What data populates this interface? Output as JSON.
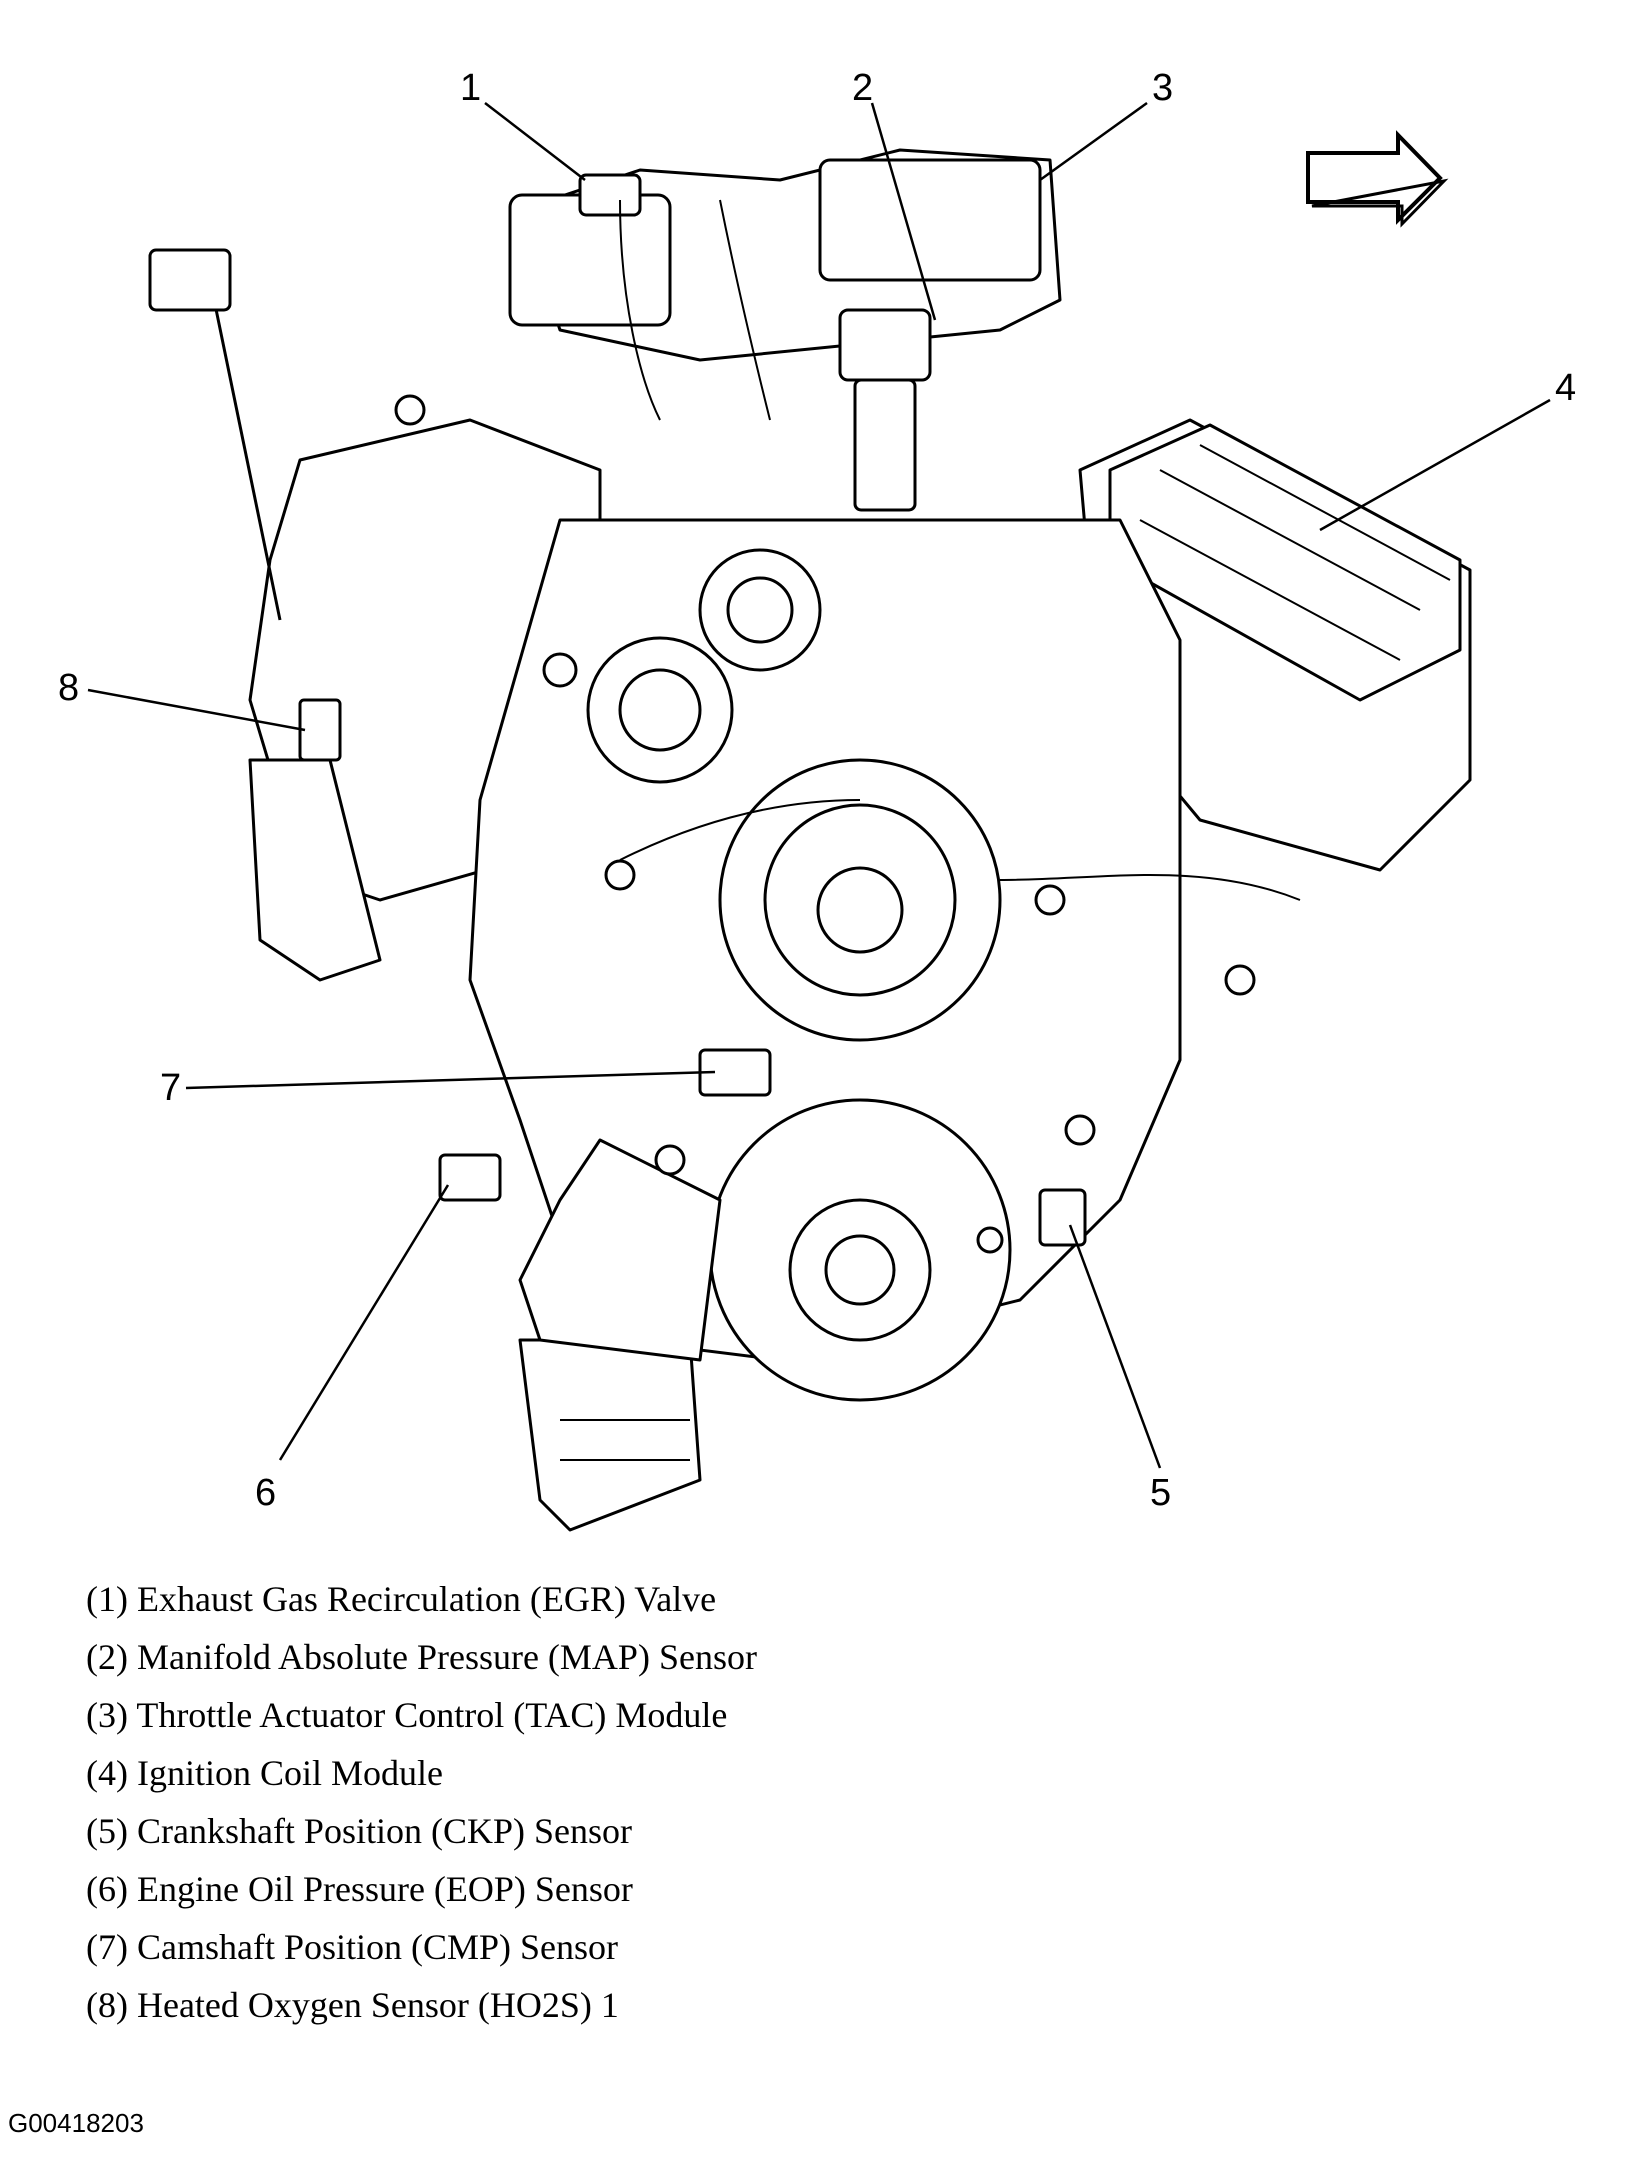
{
  "callouts": [
    "1",
    "2",
    "3",
    "4",
    "5",
    "6",
    "7",
    "8"
  ],
  "legend": [
    "(1) Exhaust Gas Recirculation (EGR) Valve",
    "(2) Manifold Absolute Pressure (MAP) Sensor",
    "(3) Throttle Actuator Control (TAC) Module",
    "(4) Ignition Coil Module",
    "(5) Crankshaft Position (CKP) Sensor",
    "(6) Engine Oil Pressure (EOP) Sensor",
    "(7) Camshaft Position (CMP) Sensor",
    "(8) Heated Oxygen Sensor (HO2S) 1"
  ],
  "figure_id": "G00418203",
  "direction_arrow_icon": "arrow-right-icon",
  "colors": {
    "line": "#000000",
    "background": "#ffffff"
  }
}
